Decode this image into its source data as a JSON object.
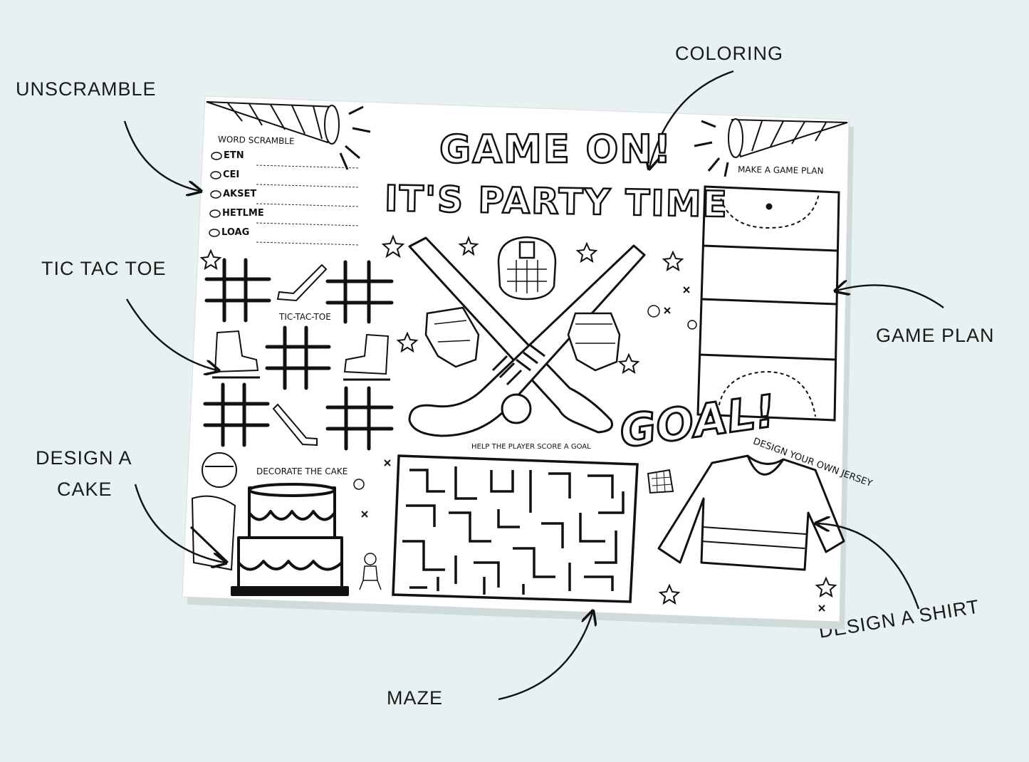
{
  "callouts": {
    "unscramble": "UNSCRAMBLE",
    "coloring": "COLORING",
    "tic_tac_toe": "TIC TAC TOE",
    "game_plan": "GAME PLAN",
    "design_cake_line1": "DESIGN A",
    "design_cake_line2": "CAKE",
    "design_shirt": "DESIGN A SHIRT",
    "maze": "MAZE"
  },
  "sheet": {
    "title_line1": "GAME ON!",
    "title_line2": "IT'S PARTY TIME",
    "goal_text": "GOAL!",
    "word_scramble": {
      "heading": "WORD SCRAMBLE",
      "words": [
        "ETN",
        "CEI",
        "AKSET",
        "HETLME",
        "LOAG"
      ]
    },
    "tictactoe_label": "TIC-TAC-TOE",
    "game_plan_label": "MAKE A GAME PLAN",
    "maze_label": "HELP THE PLAYER SCORE A GOAL",
    "cake_label": "DECORATE THE CAKE",
    "jersey_label": "DESIGN YOUR OWN JERSEY"
  },
  "colors": {
    "background": "#e8f1f1",
    "sheet": "#ffffff",
    "ink": "#111111"
  }
}
